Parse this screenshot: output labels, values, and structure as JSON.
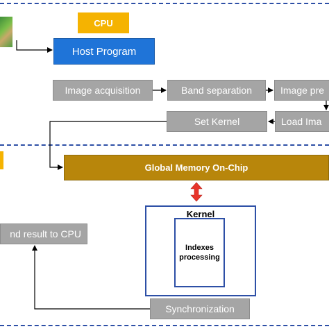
{
  "header": {
    "cpu_label": "CPU"
  },
  "host_program": "Host Program",
  "pipeline": {
    "image_acquisition": "Image acquisition",
    "band_separation": "Band separation",
    "image_preprocessing": "Image pre",
    "set_kernel": "Set Kernel",
    "load_image": "Load Ima"
  },
  "global_memory": "Global Memory On-Chip",
  "kernel": {
    "title": "Kernel",
    "inner_line1": "Indexes",
    "inner_line2": "processing"
  },
  "send_result": "nd result to CPU",
  "synchronization": "Synchronization",
  "colors": {
    "dash_line": "#2d4fa6",
    "cpu_label": "#f5b301",
    "host_program": "#1f74d8",
    "global_memory": "#b8860b",
    "gray_box": "#a5a5a5",
    "memory_arrow": "#e8342a"
  },
  "icons": {
    "satellite_image": "satellite-image-icon"
  }
}
